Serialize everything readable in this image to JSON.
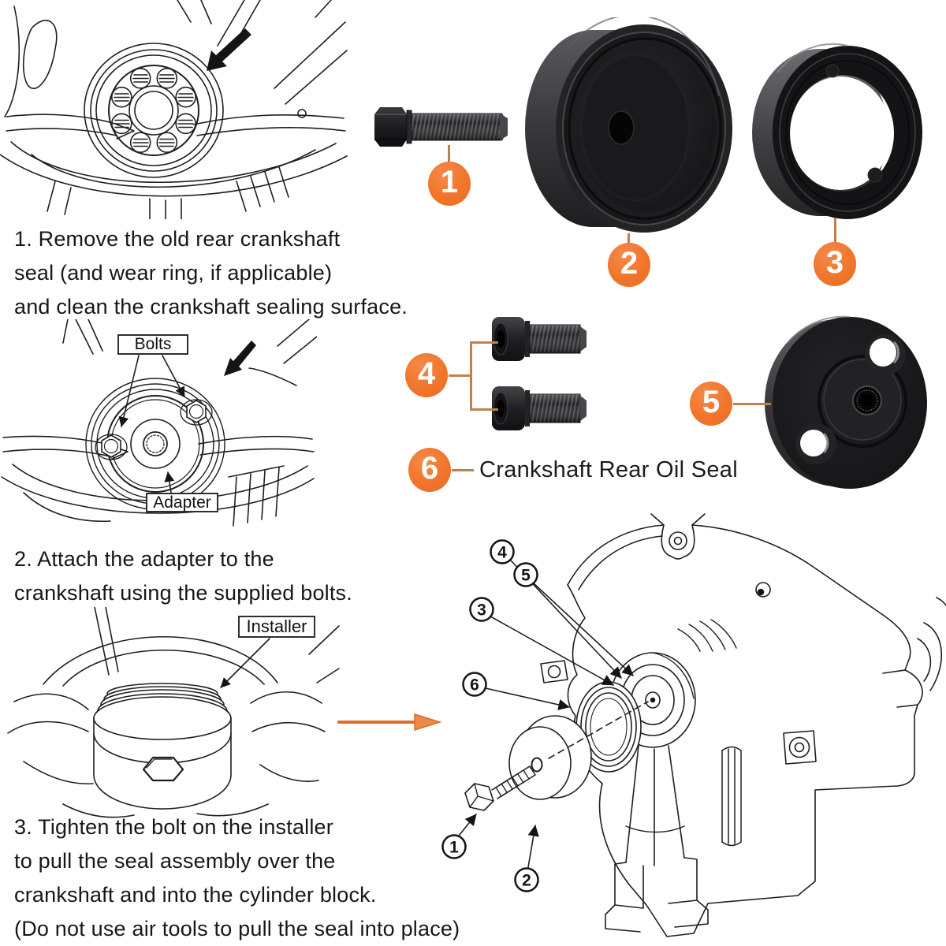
{
  "page": {
    "background": "#ffffff"
  },
  "colors": {
    "badge_orange": "#F0752B",
    "connector_tan": "#C0804E",
    "flow_arrow_orange": "#DD6F26",
    "ink": "#1f1f1f"
  },
  "steps": {
    "step1": {
      "lines": [
        "1. Remove the old rear crankshaft",
        "seal (and wear ring, if applicable)",
        "and clean the crankshaft sealing surface."
      ]
    },
    "step2": {
      "lines": [
        "2. Attach the adapter to the",
        "crankshaft using the supplied bolts."
      ]
    },
    "step3": {
      "lines": [
        "3. Tighten the bolt on the installer",
        "to pull the seal assembly over the",
        "crankshaft and into the cylinder block.",
        "(Do not use air tools to pull the seal into place)"
      ]
    }
  },
  "badges": {
    "b1": "1",
    "b2": "2",
    "b3": "3",
    "b4": "4",
    "b5": "5",
    "b6": "6"
  },
  "item6_label": "Crankshaft Rear Oil Seal",
  "figure_labels": {
    "bolts": "Bolts",
    "adapter": "Adapter",
    "installer": "Installer"
  },
  "diagram": {
    "callouts": {
      "c1": "1",
      "c2": "2",
      "c3": "3",
      "c4": "4",
      "c5": "5",
      "c6": "6"
    }
  }
}
